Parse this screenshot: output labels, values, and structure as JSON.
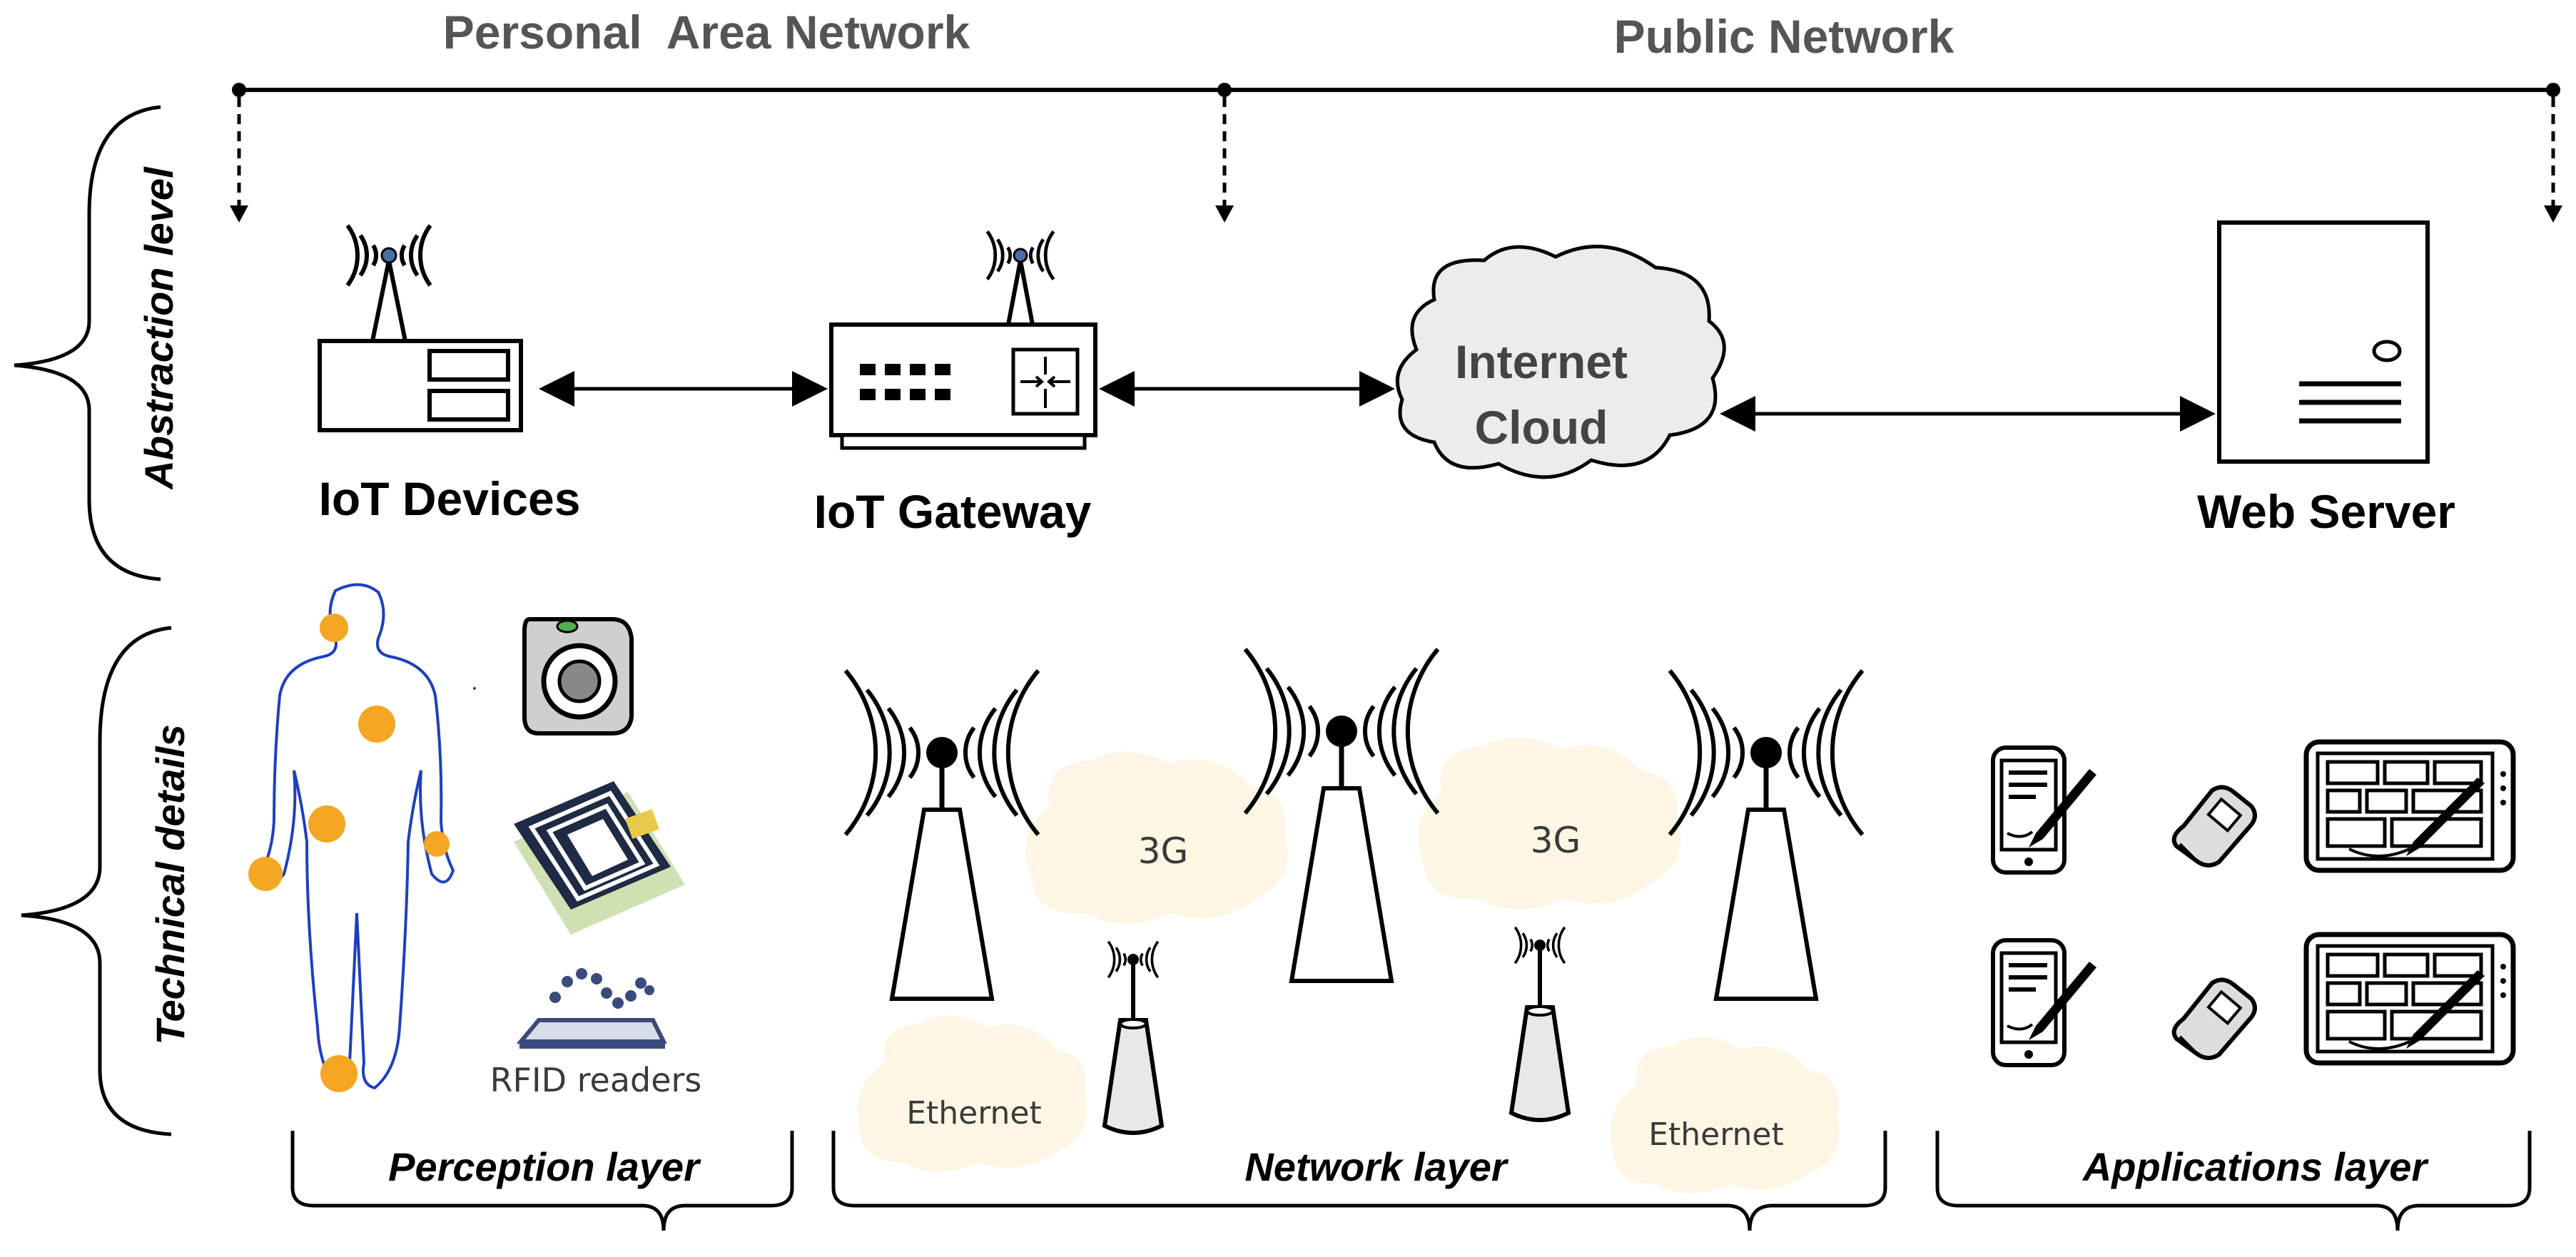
{
  "header": {
    "personal_area_network": "Personal  Area Network",
    "public_network": "Public Network"
  },
  "side_labels": {
    "abstraction_level": "Abstraction level",
    "technical_details": "Technical details"
  },
  "nodes": {
    "iot_devices": "IoT Devices",
    "iot_gateway": "IoT Gateway",
    "internet_cloud_line1": "Internet",
    "internet_cloud_line2": "Cloud",
    "web_server": "Web Server"
  },
  "perception": {
    "rfid_readers": "RFID readers"
  },
  "network": {
    "cloud_3g_left": "3G",
    "cloud_3g_right": "3G",
    "ethernet_left": "Ethernet",
    "ethernet_right": "Ethernet"
  },
  "layers": {
    "perception": "Perception layer",
    "network": "Network layer",
    "applications": "Applications layer"
  },
  "colors": {
    "sensor_dot": "#f5a623",
    "body_outline": "#1f3fbf",
    "faint_cloud": "#fdf6e4",
    "cloud_fill": "#ececec"
  }
}
